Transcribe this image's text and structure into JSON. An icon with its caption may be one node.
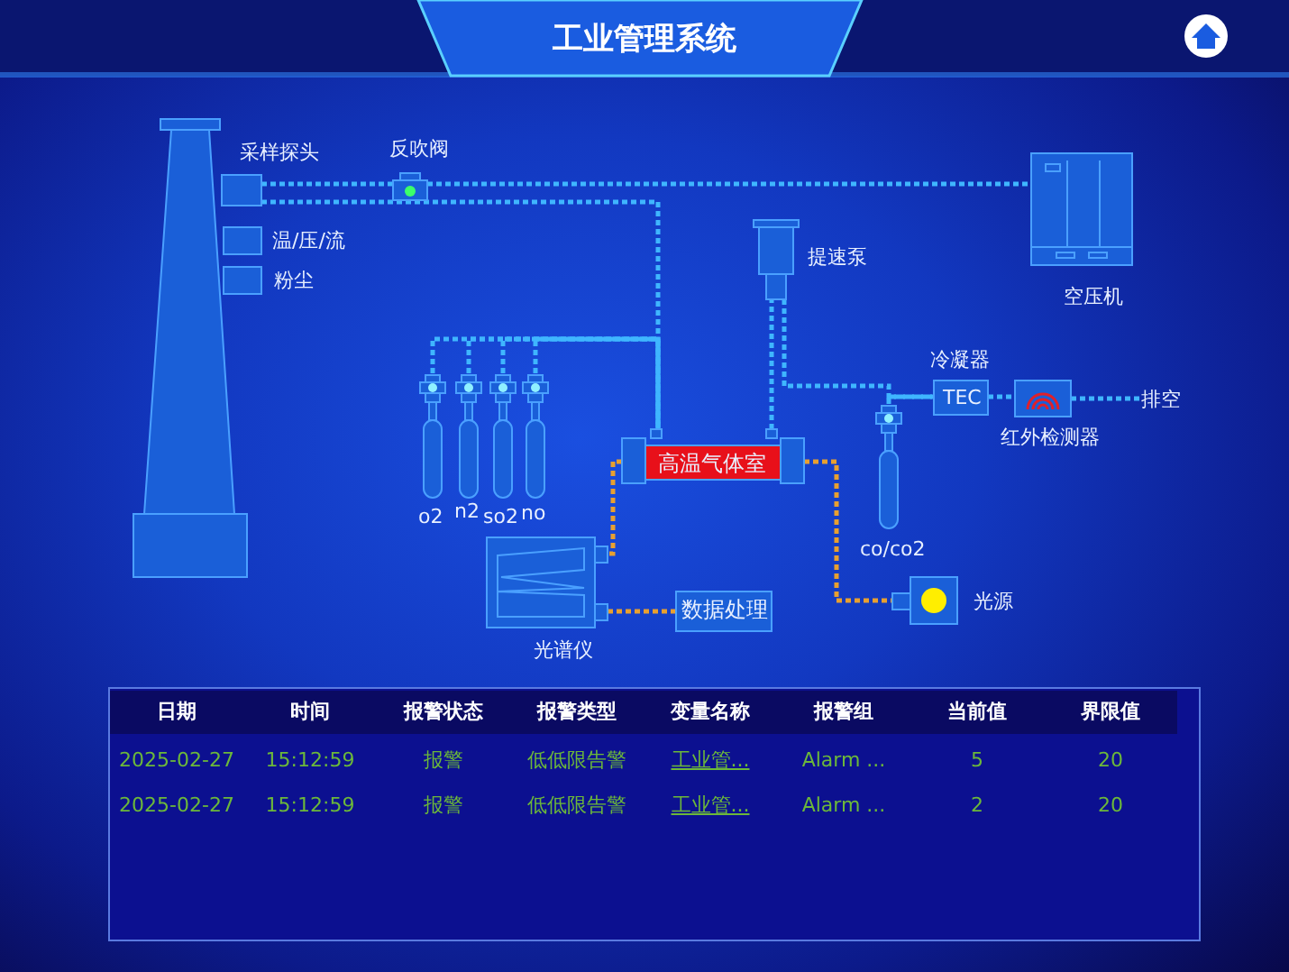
{
  "diagram": {
    "title": "工业管理系统",
    "nodes": [
      {
        "text": [],
        "shape": "picture"
      },
      {
        "text": [
          "采样探头"
        ]
      },
      {
        "text": [
          "温/压/流"
        ]
      },
      {
        "text": [
          "粉尘"
        ]
      },
      {
        "text": [
          "反吹阀"
        ]
      },
      {
        "text": [
          "空压机"
        ]
      },
      {
        "text": [
          "提速泵"
        ]
      },
      {
        "text": [
          "o2"
        ]
      },
      {
        "text": [
          "n2"
        ]
      },
      {
        "text": [
          "so2"
        ]
      },
      {
        "text": [
          "no"
        ]
      },
      {
        "text": [
          "高温气体室"
        ]
      },
      {
        "text": [
          "光谱仪"
        ]
      },
      {
        "text": [
          "数据处理"
        ]
      },
      {
        "text": [
          "光源"
        ]
      },
      {
        "text": [
          "co/co2"
        ]
      },
      {
        "text": [
          "冷凝器",
          "TEC"
        ]
      },
      {
        "text": [
          "红外检测器"
        ]
      },
      {
        "text": [
          "排空"
        ]
      }
    ],
    "edges": [
      {
        "from": 1,
        "to": 4,
        "arrow": "none"
      },
      {
        "from": 4,
        "to": 5,
        "arrow": "none"
      },
      {
        "from": 1,
        "to": 11,
        "arrow": "none"
      },
      {
        "from": 7,
        "to": 11,
        "arrow": "none"
      },
      {
        "from": 8,
        "to": 11,
        "arrow": "none"
      },
      {
        "from": 9,
        "to": 11,
        "arrow": "none"
      },
      {
        "from": 10,
        "to": 11,
        "arrow": "none"
      },
      {
        "from": 11,
        "to": 6,
        "arrow": "none"
      },
      {
        "from": 6,
        "to": 16,
        "arrow": "none"
      },
      {
        "from": 15,
        "to": 16,
        "arrow": "none"
      },
      {
        "from": 16,
        "to": 17,
        "arrow": "none"
      },
      {
        "from": 17,
        "to": 18,
        "arrow": "none"
      },
      {
        "from": 11,
        "to": 12,
        "arrow": "none",
        "color": "#e8a030"
      },
      {
        "from": 11,
        "to": 14,
        "arrow": "none",
        "color": "#e8a030"
      },
      {
        "from": 12,
        "to": 13,
        "arrow": "none",
        "color": "#e8a030"
      }
    ],
    "labels": [
      "日期",
      "时间",
      "报警状态",
      "报警类型",
      "变量名称",
      "报警组",
      "当前值",
      "界限值",
      "2025-02-27",
      "15:12:59",
      "报警",
      "低低限告警",
      "工业管...",
      "Alarm ...",
      "5",
      "20",
      "2025-02-27",
      "15:12:59",
      "报警",
      "低低限告警",
      "工业管...",
      "Alarm ...",
      "2",
      "20"
    ]
  }
}
